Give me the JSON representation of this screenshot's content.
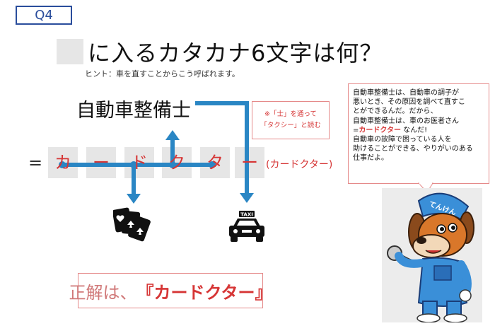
{
  "question_number": "Q4",
  "title": {
    "question": "に入るカタカナ6文字は何？",
    "hint": "ヒント：車を直すことからこう呼ばれます。"
  },
  "word": "自動車整備士",
  "note": {
    "line1": "※「士」を通って",
    "line2": "「タクシー」と読む"
  },
  "equals": "=",
  "tiles": [
    "カ",
    "ー",
    "ド",
    "ク",
    "タ",
    "ー"
  ],
  "reading": "(カードクター)",
  "bubble": {
    "line1": "自動車整備士は、自動車の調子が",
    "line2": "悪いとき、その原因を調べて直すこ",
    "line3": "とができるんだ。だから、",
    "line4": "自動車整備士は、車のお医者さん",
    "line5_prefix": "=",
    "line5_highlight": "カードクター",
    "line5_suffix": " なんだ!",
    "line6": "自動車の故障で困っている人を",
    "line7": "助けることができる、やりがいのある",
    "line8": "仕事だよ。"
  },
  "taxi_sign": "TAXI",
  "cap_text": "てんけん",
  "answer": {
    "prefix": "正解は、",
    "main": "『カードクター』"
  },
  "colors": {
    "arrow_blue": "#2a86c4",
    "accent_red": "#d63535",
    "badge_blue": "#2a4d9c"
  }
}
